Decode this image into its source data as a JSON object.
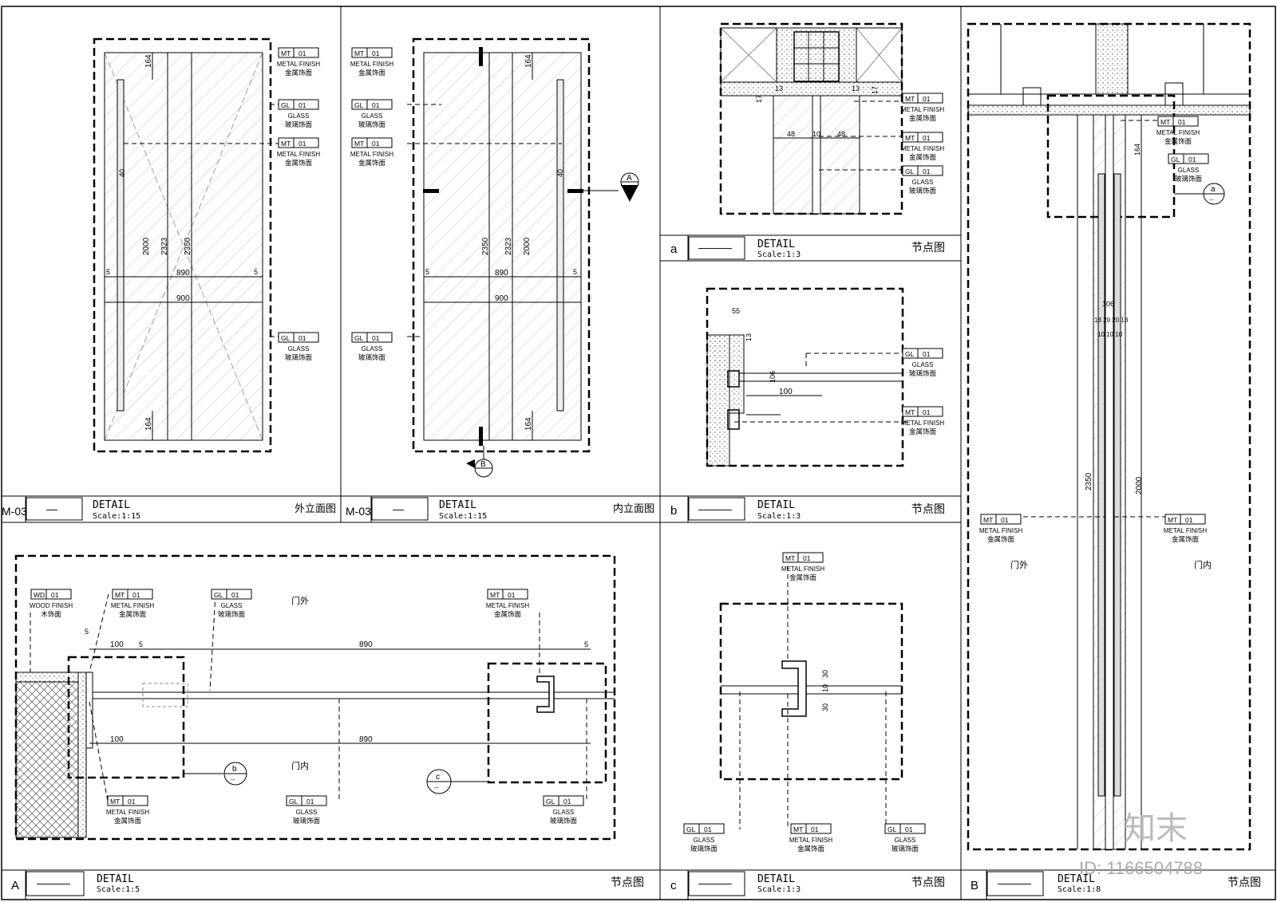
{
  "tags": {
    "mt": {
      "code": "MT",
      "num": "01",
      "en": "METAL FINISH",
      "cn": "金属饰面"
    },
    "gl": {
      "code": "GL",
      "num": "01",
      "en": "GLASS",
      "cn": "玻璃饰面"
    },
    "wd": {
      "code": "WD",
      "num": "01",
      "en": "WOOD FINISH",
      "cn": "木饰面"
    }
  },
  "titles": {
    "ext": {
      "id": "M-03",
      "name": "—",
      "word": "DETAIL",
      "scale": "Scale:1:15",
      "cn": "外立面图"
    },
    "int": {
      "id": "M-03",
      "name": "—",
      "word": "DETAIL",
      "scale": "Scale:1:15",
      "cn": "内立面图"
    },
    "a": {
      "id": "a",
      "name": "———",
      "word": "DETAIL",
      "scale": "Scale:1:3",
      "cn": "节点图"
    },
    "b": {
      "id": "b",
      "name": "———",
      "word": "DETAIL",
      "scale": "Scale:1:3",
      "cn": "节点图"
    },
    "c": {
      "id": "c",
      "name": "———",
      "word": "DETAIL",
      "scale": "Scale:1:3",
      "cn": "节点图"
    },
    "A": {
      "id": "A",
      "name": "———",
      "word": "DETAIL",
      "scale": "Scale:1:5",
      "cn": "节点图"
    },
    "B": {
      "id": "B",
      "name": "———",
      "word": "DETAIL",
      "scale": "Scale:1:8",
      "cn": "节点图"
    }
  },
  "dims": {
    "d164": "164",
    "d2000": "2000",
    "d2323": "2323",
    "d2350": "2350",
    "d890": "890",
    "d900": "900",
    "d40": "40",
    "d5": "5",
    "d48": "48",
    "d10": "10",
    "d13": "13",
    "d17": "17",
    "d55": "55",
    "d106": "106",
    "d100": "100",
    "d30": "30",
    "d18": "18 20 20 18",
    "d101010": "10 10 10"
  },
  "labels": {
    "outside": "门外",
    "inside": "门内",
    "callA": "A",
    "callB": "B",
    "calla": "a",
    "callb": "b",
    "callc": "c",
    "dash": "--"
  },
  "watermark": {
    "brand": "知末",
    "id": "ID: 1166504788"
  }
}
